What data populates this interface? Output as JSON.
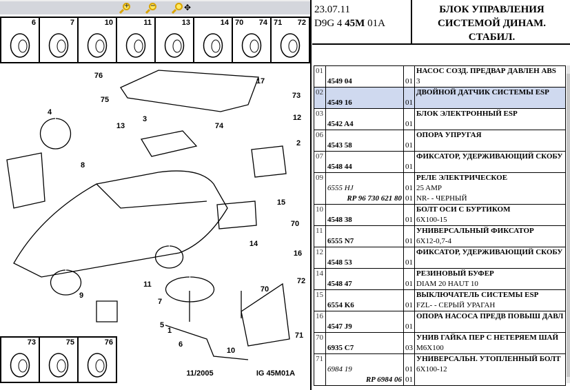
{
  "toolbar": {
    "zoom_in": "+",
    "zoom_out": "−",
    "fit": "✥"
  },
  "thumbs_top": [
    [
      "6"
    ],
    [
      "7"
    ],
    [
      "10"
    ],
    [
      "11"
    ],
    [
      "13"
    ],
    [
      "14"
    ],
    [
      "70",
      "74"
    ],
    [
      "71",
      "72"
    ]
  ],
  "thumbs_bottom": [
    [
      "73"
    ],
    [
      "75"
    ],
    [
      "76"
    ]
  ],
  "callouts": [
    "76",
    "17",
    "73",
    "75",
    "4",
    "13",
    "3",
    "74",
    "12",
    "2",
    "8",
    "15",
    "70",
    "14",
    "16",
    "72",
    "11",
    "9",
    "7",
    "70",
    "5",
    "1",
    "6",
    "10",
    "71"
  ],
  "footer": {
    "date": "11/2005",
    "ref": "IG 45M01A"
  },
  "header": {
    "date": "23.07.11",
    "code_pre": "D9G 4 ",
    "code_bold": "45M",
    "code_post": " 01A",
    "title": [
      "БЛОК УПРАВЛЕНИЯ",
      "СИСТЕМОЙ ДИНАМ.",
      "СТАБИЛ."
    ]
  },
  "rows": [
    {
      "n": "01",
      "part": "4549 04",
      "qty": "01",
      "desc": "НАСОС СОЗД. ПРЕДВАР ДАВЛЕН ABS",
      "extra": "3"
    },
    {
      "n": "02",
      "part": "4549 16",
      "qty": "01",
      "desc": "ДВОЙНОЙ ДАТЧИК СИСТЕМЫ ESP",
      "extra": "",
      "selected": true
    },
    {
      "n": "03",
      "part": "4542 A4",
      "qty": "01",
      "desc": "БЛОК ЭЛЕКТРОННЫЙ ESP",
      "extra": ""
    },
    {
      "n": "06",
      "part": "4543 58",
      "qty": "01",
      "desc": "ОПОРА УПРУГАЯ",
      "extra": ""
    },
    {
      "n": "07",
      "part": "4548 44",
      "qty": "01",
      "desc": "ФИКСАТОР, УДЕРЖИВАЮЩИЙ СКОБУ",
      "extra": ""
    },
    {
      "n": "09",
      "part": "6555 HJ",
      "italic": true,
      "qty": "01",
      "desc": "РЕЛЕ ЭЛЕКТРИЧЕСКОЕ",
      "extra": "25 AMP",
      "rp": "RP 96 730 621 80",
      "rp_qty": "01",
      "rp_extra": "NR- - ЧЕРНЫЙ"
    },
    {
      "n": "10",
      "part": "4548 38",
      "qty": "01",
      "desc": "БОЛТ ОСИ С БУРТИКОМ",
      "extra": "6X100-15"
    },
    {
      "n": "11",
      "part": "6555 N7",
      "qty": "01",
      "desc": "УНИВЕРСАЛЬНЫЙ ФИКСАТОР",
      "extra": "6X12-0,7-4"
    },
    {
      "n": "12",
      "part": "4548 53",
      "qty": "01",
      "desc": "ФИКСАТОР, УДЕРЖИВАЮЩИЙ СКОБУ",
      "extra": ""
    },
    {
      "n": "14",
      "part": "4548 47",
      "qty": "01",
      "desc": "РЕЗИНОВЫЙ БУФЕР",
      "extra": "DIAM 20 HAUT 10"
    },
    {
      "n": "15",
      "part": "6554 K6",
      "qty": "01",
      "desc": "ВЫКЛЮЧАТЕЛЬ СИСТЕМЫ ESP",
      "extra": "FZL- - СЕРЫЙ УРАГАН"
    },
    {
      "n": "16",
      "part": "4547 J9",
      "qty": "01",
      "desc": "ОПОРА НАСОСА ПРЕДВ ПОВЫШ ДАВЛ",
      "extra": ""
    },
    {
      "n": "70",
      "part": "6935 C7",
      "qty": "03",
      "desc": "УНИВ ГАЙКА ПЕР С НЕТЕРЯЕМ ШАЙ",
      "extra": "M6X100"
    },
    {
      "n": "71",
      "part": "6984 19",
      "italic": true,
      "qty": "01",
      "desc": "УНИВЕРСАЛЬН. УТОПЛЕННЫЙ БОЛТ",
      "extra": "6X100-12",
      "rp": "RP 6984 06",
      "rp_qty": "01",
      "rp_extra": ""
    }
  ]
}
